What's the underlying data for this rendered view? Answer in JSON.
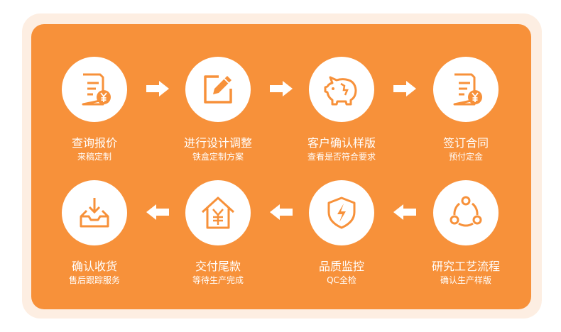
{
  "colors": {
    "accent": "#f7913a",
    "outer_bg": "#fdeee2",
    "icon_fill": "#ffffff"
  },
  "steps": [
    {
      "title": "查询报价",
      "subtitle": "来稿定制",
      "icon": "receipt-yen-icon"
    },
    {
      "title": "进行设计调整",
      "subtitle": "铁盒定制方案",
      "icon": "edit-pencil-icon"
    },
    {
      "title": "客户确认样版",
      "subtitle": "查看是否符合要求",
      "icon": "piggy-bank-icon"
    },
    {
      "title": "签订合同",
      "subtitle": "预付定金",
      "icon": "receipt-yen-icon"
    },
    {
      "title": "研究工艺流程",
      "subtitle": "确认生产样版",
      "icon": "network-triangle-icon"
    },
    {
      "title": "品质监控",
      "subtitle": "QC全检",
      "icon": "shield-lightning-icon"
    },
    {
      "title": "交付尾款",
      "subtitle": "等待生产完成",
      "icon": "house-yen-icon"
    },
    {
      "title": "确认收货",
      "subtitle": "售后跟踪服务",
      "icon": "inbox-download-icon"
    }
  ]
}
